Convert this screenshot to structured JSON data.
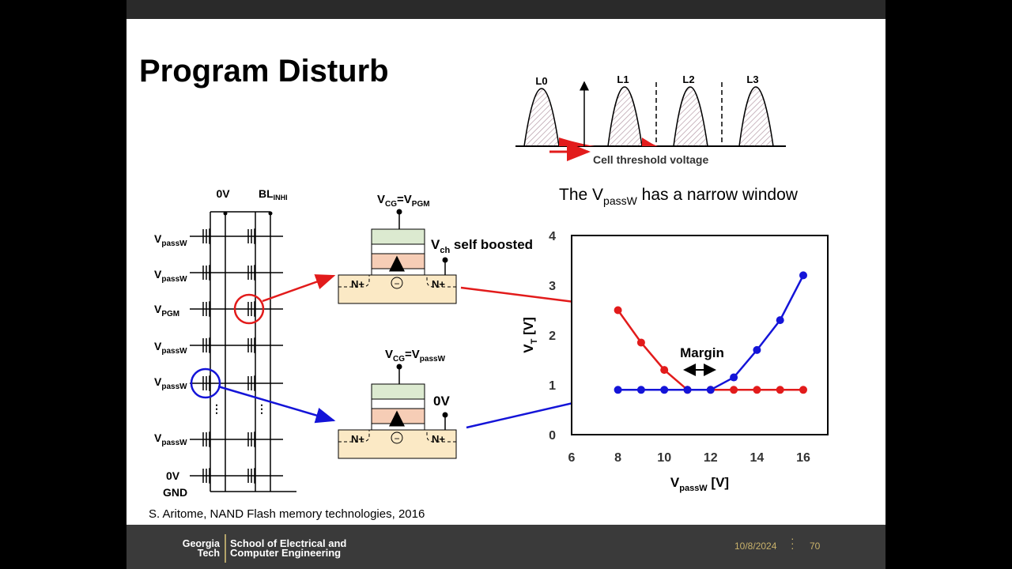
{
  "slide": {
    "title": "Program Disturb",
    "citation": "S. Aritome, NAND Flash memory technologies, 2016"
  },
  "distribution": {
    "levels": [
      "L0",
      "L1",
      "L2",
      "L3"
    ],
    "xlabel": "Cell threshold voltage",
    "colors": {
      "disturb": "#e21b1b",
      "hatch": "#b59aa6"
    }
  },
  "string": {
    "bitline_left": "0V",
    "bitline_right_main": "BL",
    "bitline_right_sub": "INHI",
    "wordlines": [
      {
        "main": "V",
        "sub": "passW"
      },
      {
        "main": "V",
        "sub": "passW"
      },
      {
        "main": "V",
        "sub": "PGM"
      },
      {
        "main": "V",
        "sub": "passW"
      },
      {
        "main": "V",
        "sub": "passW"
      },
      {
        "main": "V",
        "sub": "passW"
      }
    ],
    "select_gate": "0V",
    "ground": "GND"
  },
  "cells": {
    "top": {
      "gate_main": "V",
      "gate_sub1": "CG",
      "gate_eq": "=V",
      "gate_sub2": "PGM",
      "channel_main": "V",
      "channel_sub": "ch",
      "channel_text": " self boosted",
      "source": "N+",
      "drain": "N+"
    },
    "bottom": {
      "gate_main": "V",
      "gate_sub1": "CG",
      "gate_eq": "=V",
      "gate_sub2": "passW",
      "channel_text": "0V",
      "source": "N+",
      "drain": "N+"
    }
  },
  "graph_title": {
    "pre": "The V",
    "sub": "passW",
    "post": " has a narrow window"
  },
  "margin_label": "Margin",
  "chart_data": {
    "type": "line",
    "xlabel": {
      "main": "V",
      "sub": "passW",
      "unit": " [V]"
    },
    "ylabel": {
      "main": "V",
      "sub": "T",
      "unit": " [V]"
    },
    "xlim": [
      6,
      16
    ],
    "ylim": [
      0,
      4
    ],
    "xticks": [
      "6",
      "8",
      "10",
      "12",
      "14",
      "16"
    ],
    "yticks": [
      "0",
      "1",
      "2",
      "3",
      "4"
    ],
    "series": [
      {
        "color": "#e21b1b",
        "x": [
          8,
          9,
          10,
          11,
          12,
          13,
          14,
          15,
          16
        ],
        "y": [
          2.5,
          1.85,
          1.3,
          0.9,
          0.9,
          0.9,
          0.9,
          0.9,
          0.9
        ]
      },
      {
        "color": "#1414d8",
        "x": [
          8,
          9,
          10,
          11,
          12,
          13,
          14,
          15,
          16
        ],
        "y": [
          0.9,
          0.9,
          0.9,
          0.9,
          0.9,
          1.15,
          1.7,
          2.3,
          3.2
        ]
      }
    ]
  },
  "footer": {
    "logo_line1": "Georgia",
    "logo_line2": "Tech",
    "school_line1": "School of Electrical and",
    "school_line2": "Computer Engineering",
    "date": "10/8/2024",
    "page": "70"
  }
}
